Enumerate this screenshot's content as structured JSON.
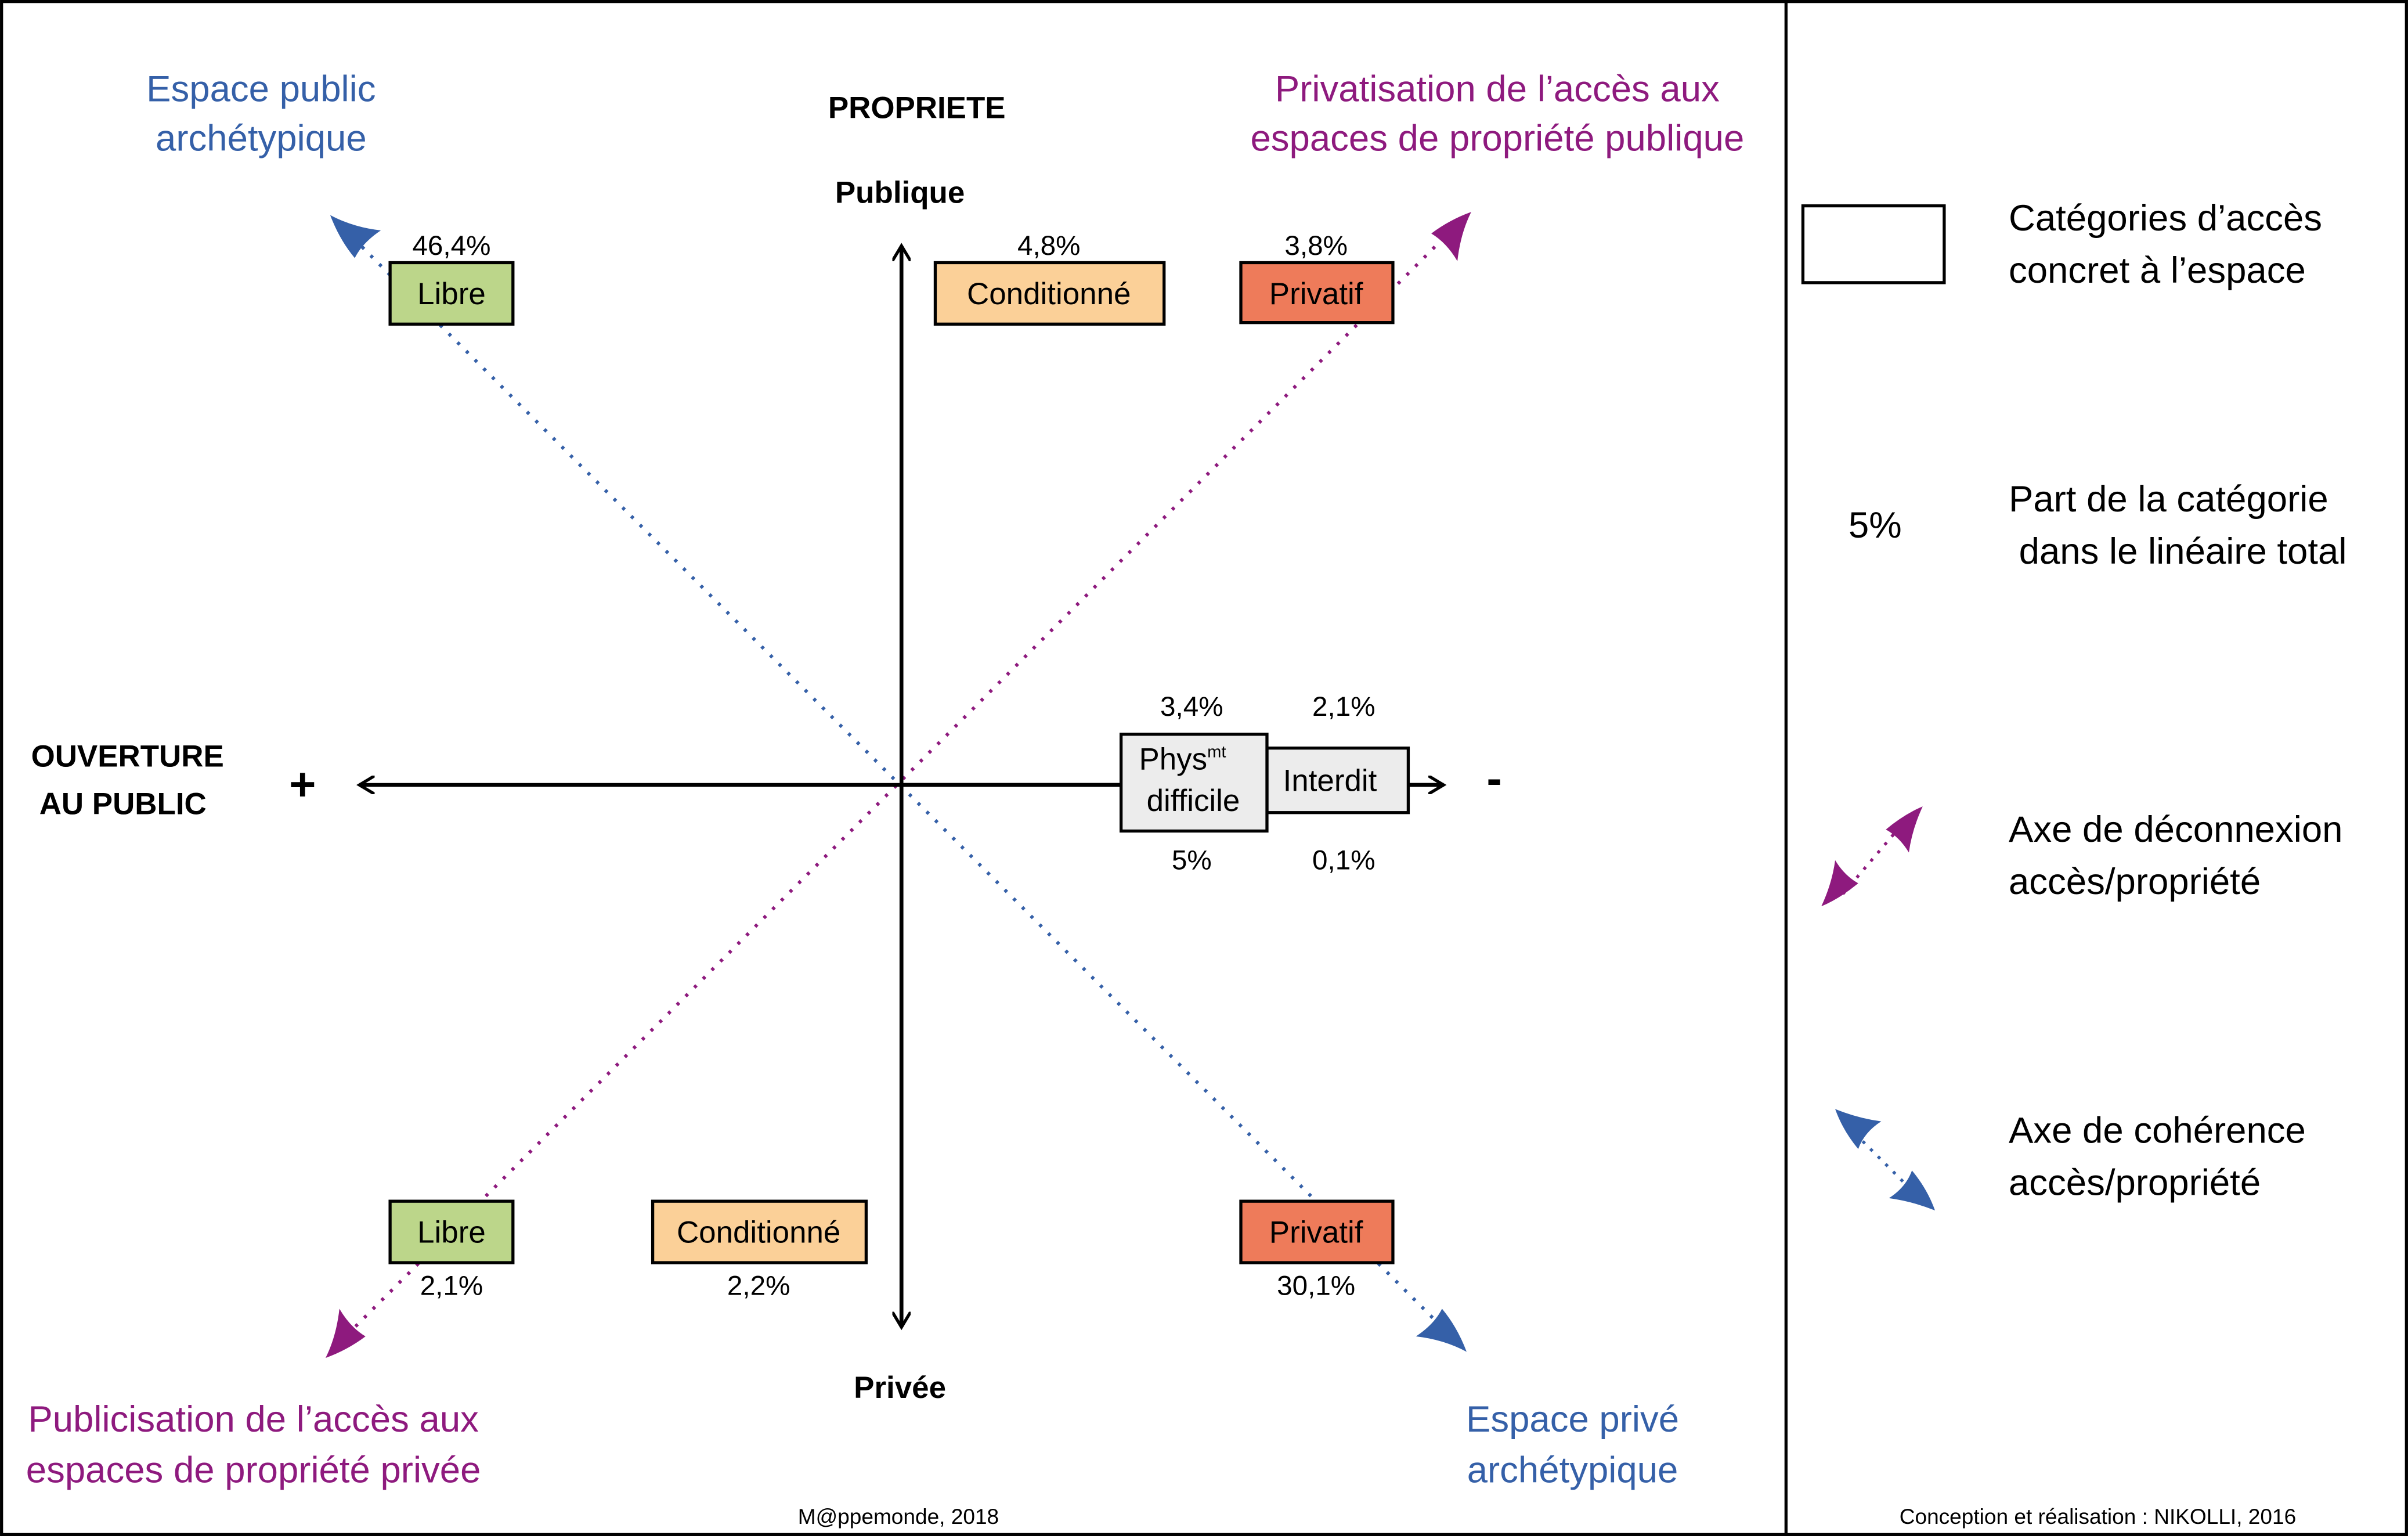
{
  "colors": {
    "coherence_axis": "#3560a8",
    "disconnection_axis": "#8e1a7e",
    "libre": "#bcd68a",
    "conditionne": "#fbd098",
    "privatif": "#ee7b5a",
    "interdit": "#ececec",
    "physiquement_difficile": "#ececec"
  },
  "axes": {
    "propriete_title": "PROPRIETE",
    "publique": "Publique",
    "privee": "Privée",
    "ouverture_line1": "OUVERTURE",
    "ouverture_line2": "AU PUBLIC",
    "plus": "+",
    "minus": "-"
  },
  "corners": {
    "top_left": [
      "Espace public",
      "archétypique"
    ],
    "top_right": [
      "Privatisation de l’accès aux",
      "espaces de propriété publique"
    ],
    "bottom_left": [
      "Publicisation de l’accès aux",
      "espaces de propriété privée"
    ],
    "bottom_right": [
      "Espace privé",
      "archétypique"
    ]
  },
  "categories": {
    "public_libre": {
      "label": "Libre",
      "share": "46,4%"
    },
    "public_conditionne": {
      "label": "Conditionné",
      "share": "4,8%"
    },
    "public_privatif": {
      "label": "Privatif",
      "share": "3,8%"
    },
    "prive_libre": {
      "label": "Libre",
      "share": "2,1%"
    },
    "prive_conditionne": {
      "label": "Conditionné",
      "share": "2,2%"
    },
    "prive_privatif": {
      "label": "Privatif",
      "share": "30,1%"
    },
    "phys_difficile": {
      "label_main": "Phys",
      "label_sup": "mt",
      "label_line2": "difficile",
      "share_public": "3,4%",
      "share_prive": "5%"
    },
    "interdit": {
      "label": "Interdit",
      "share_public": "2,1%",
      "share_prive": "0,1%"
    }
  },
  "legend": {
    "box_text": [
      "Catégories d’accès",
      "concret à l’espace"
    ],
    "share_sample": "5%",
    "share_text": [
      "Part de la catégorie",
      " dans le linéaire total"
    ],
    "disconnection_text": [
      "Axe de déconnexion",
      "accès/propriété"
    ],
    "coherence_text": [
      "Axe de cohérence",
      "accès/propriété"
    ]
  },
  "credits": {
    "source": "M@ppemonde, 2018",
    "author": "Conception et réalisation : NIKOLLI, 2016"
  }
}
